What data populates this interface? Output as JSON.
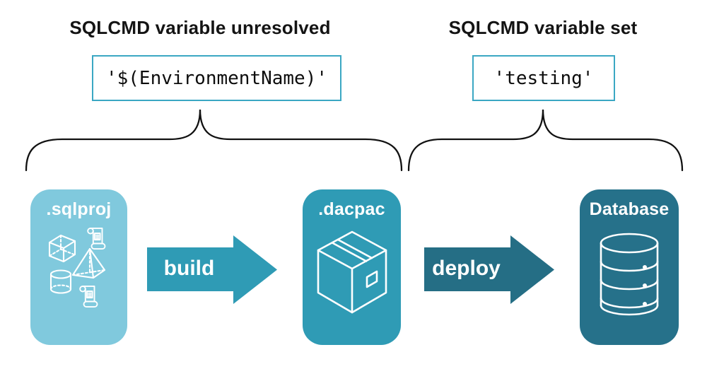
{
  "annotations": {
    "left": {
      "heading": "SQLCMD variable unresolved",
      "code": "'$(EnvironmentName)'"
    },
    "right": {
      "heading": "SQLCMD variable set",
      "code": "'testing'"
    }
  },
  "pipeline": {
    "nodes": [
      {
        "label": ".sqlproj",
        "color": "#80c9dd",
        "icons": [
          "scroll-icon",
          "cube-icon",
          "pyramid-icon",
          "cylinder-icon",
          "scroll-icon"
        ]
      },
      {
        "label": ".dacpac",
        "color": "#2f9bb5",
        "icons": [
          "package-icon"
        ]
      },
      {
        "label": "Database",
        "color": "#26718a",
        "icons": [
          "database-icon"
        ]
      }
    ],
    "arrows": [
      {
        "label": "build",
        "color": "#2f9bb5"
      },
      {
        "label": "deploy",
        "color": "#256e85"
      }
    ]
  },
  "colors": {
    "background": "#ffffff",
    "code_box_border": "#3ba7c3",
    "brace_stroke": "#111111",
    "icon_stroke": "#ffffff",
    "heading_text": "#141414",
    "code_text": "#0d0d0d"
  }
}
